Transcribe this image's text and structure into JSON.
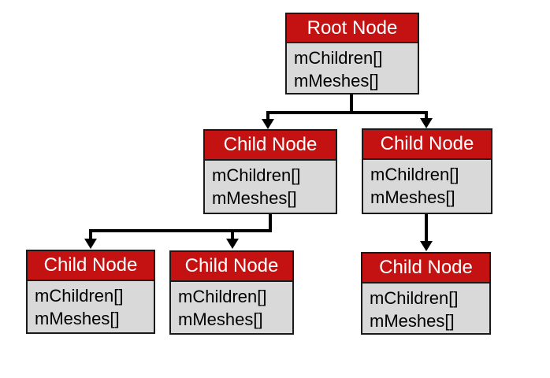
{
  "diagram": {
    "type": "tree",
    "nodes": [
      {
        "id": "root",
        "label": "Root Node",
        "fields": [
          "mChildren[]",
          "mMeshes[]"
        ]
      },
      {
        "id": "child-1",
        "label": "Child Node",
        "fields": [
          "mChildren[]",
          "mMeshes[]"
        ]
      },
      {
        "id": "child-2",
        "label": "Child Node",
        "fields": [
          "mChildren[]",
          "mMeshes[]"
        ]
      },
      {
        "id": "child-1-1",
        "label": "Child Node",
        "fields": [
          "mChildren[]",
          "mMeshes[]"
        ]
      },
      {
        "id": "child-1-2",
        "label": "Child Node",
        "fields": [
          "mChildren[]",
          "mMeshes[]"
        ]
      },
      {
        "id": "child-2-1",
        "label": "Child Node",
        "fields": [
          "mChildren[]",
          "mMeshes[]"
        ]
      }
    ],
    "edges": [
      {
        "from": "root",
        "to": [
          "child-1",
          "child-2"
        ]
      },
      {
        "from": "child-1",
        "to": [
          "child-1-1",
          "child-1-2"
        ]
      },
      {
        "from": "child-2",
        "to": [
          "child-2-1"
        ]
      }
    ],
    "colors": {
      "canvas_bg": "#ffffff",
      "header_bg": "#c41212",
      "header_text": "#ffffff",
      "body_bg": "#d9d9d9",
      "body_text": "#000000",
      "border": "#1a1a1a",
      "connector": "#000000"
    }
  }
}
